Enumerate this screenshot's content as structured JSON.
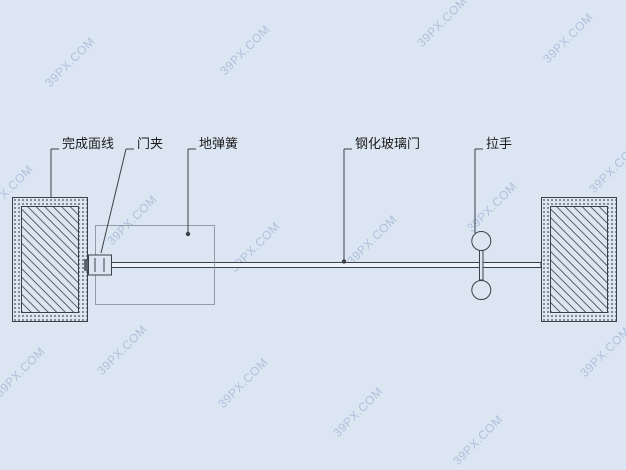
{
  "watermark": {
    "text": "39PX.COM"
  },
  "labels": {
    "finish_line": "完成面线",
    "door_clamp": "门夹",
    "floor_spring": "地弹簧",
    "glass_door": "钢化玻璃门",
    "handle": "拉手"
  },
  "colors": {
    "background": "#dce6f3",
    "line": "#3c4048",
    "watermark": "#9fb4d4",
    "text": "#1b1b1b"
  }
}
